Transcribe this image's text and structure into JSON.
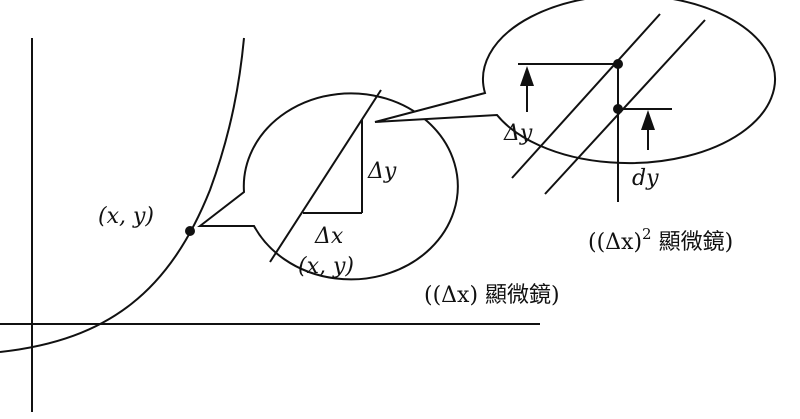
{
  "labels": {
    "point_main": "(x,  y)",
    "point_zoom": "(x,  y)",
    "delta_x": "Δx",
    "delta_y_mid": "Δy",
    "delta_y_big": "Δy",
    "dy": "dy"
  },
  "captions": {
    "micro1": "((Δx) 顯微鏡)",
    "micro2_prefix": "((Δx)",
    "micro2_sup": "2",
    "micro2_suffix": " 顯微鏡)"
  }
}
